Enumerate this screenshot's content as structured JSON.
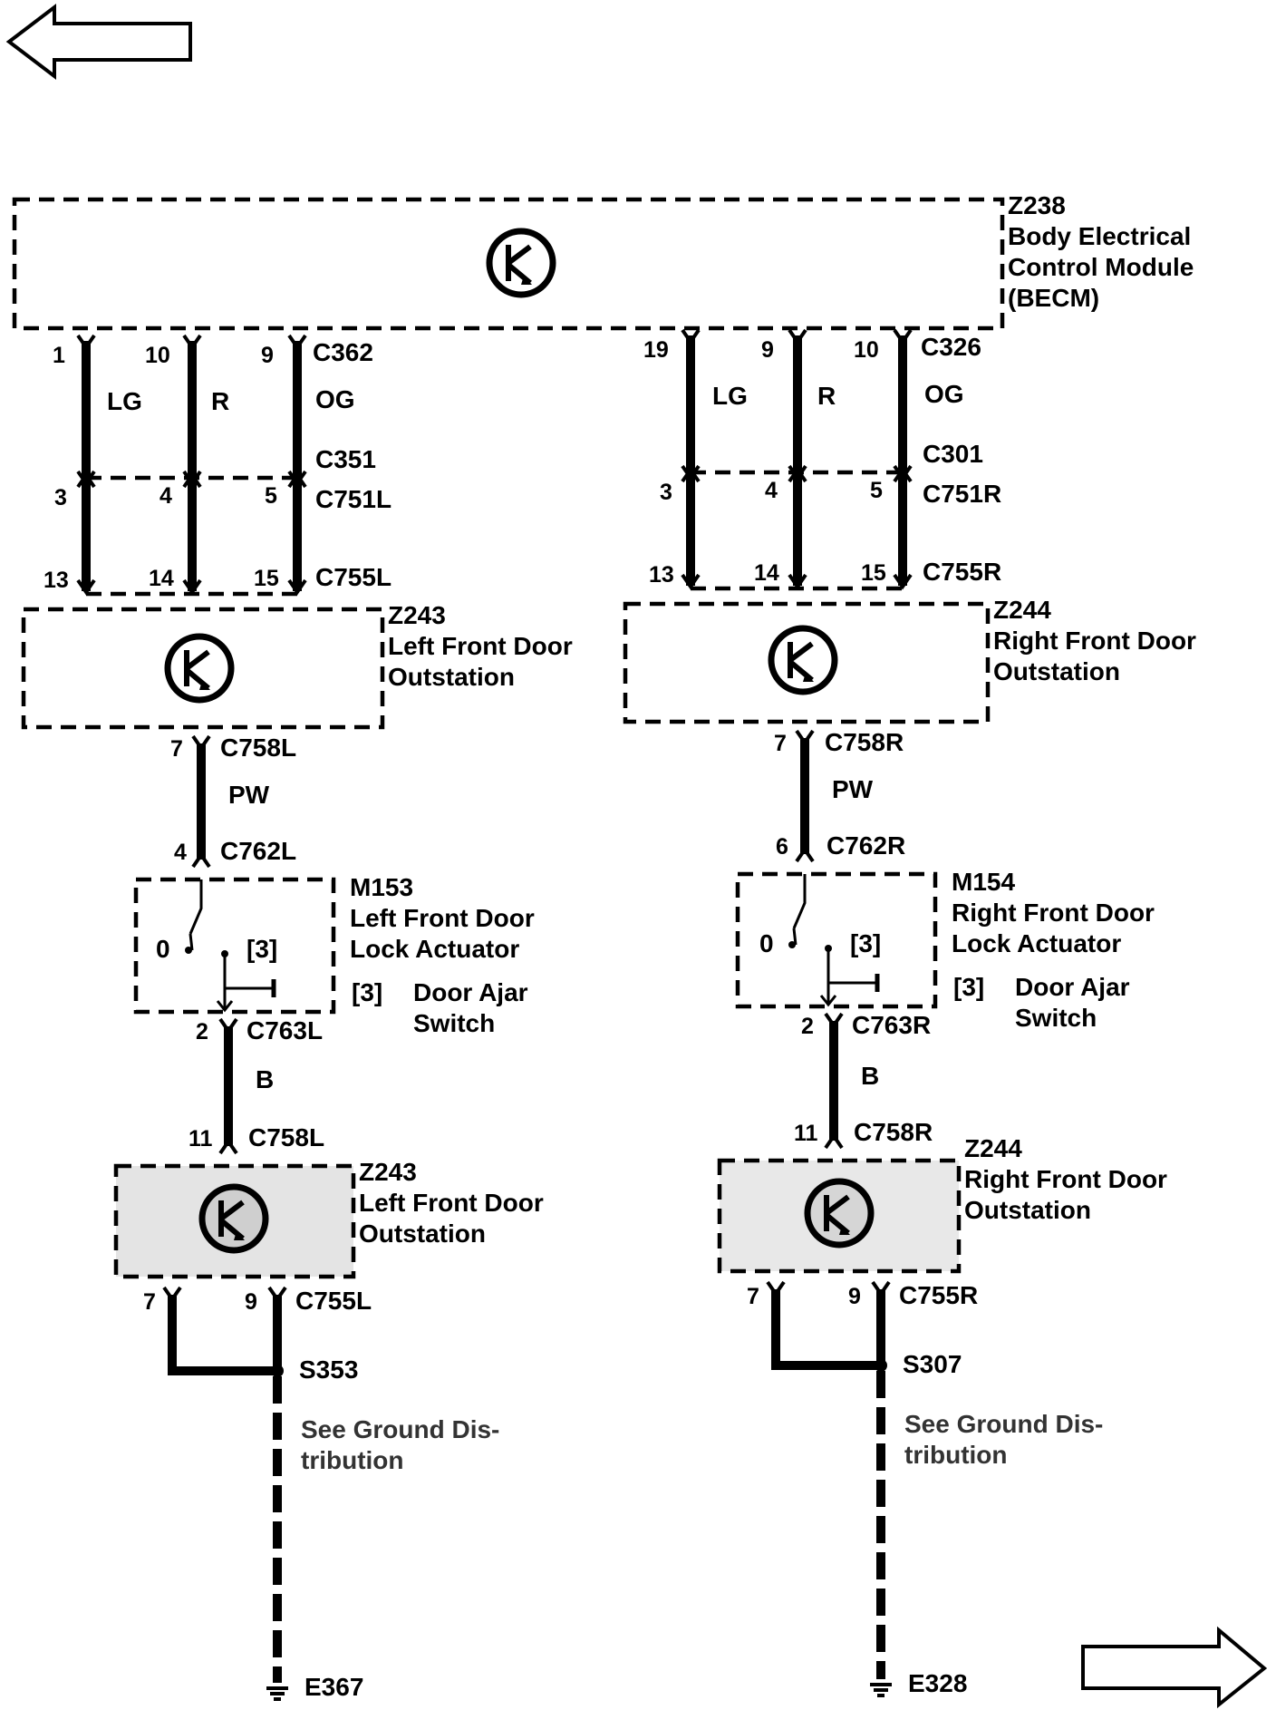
{
  "navigation": {
    "back_arrow": "left-arrow-icon",
    "forward_arrow": "right-arrow-icon"
  },
  "becm": {
    "id": "Z238",
    "name1": "Body Electrical",
    "name2": "Control Module",
    "name3": "(BECM)"
  },
  "left": {
    "conn_top": "C362",
    "pins_top": [
      "1",
      "10",
      "9"
    ],
    "wire_colors": [
      "LG",
      "R",
      "OG"
    ],
    "conn_mid": "C351",
    "conn_mid2": "C751L",
    "pins_mid": [
      "3",
      "4",
      "5"
    ],
    "conn_low": "C755L",
    "pins_low": [
      "13",
      "14",
      "15"
    ],
    "outstation": {
      "id": "Z243",
      "line1": "Left Front Door",
      "line2": "Outstation"
    },
    "pw_top_pin": "7",
    "pw_top_conn": "C758L",
    "pw_color": "PW",
    "pw_bot_pin": "4",
    "pw_bot_conn": "C762L",
    "actuator": {
      "id": "M153",
      "line1": "Left Front Door",
      "line2": "Lock Actuator",
      "state": "0",
      "ref": "[3]",
      "note_ref": "[3]",
      "note1": "Door Ajar",
      "note2": "Switch"
    },
    "b_top_pin": "2",
    "b_top_conn": "C763L",
    "b_color": "B",
    "b_bot_pin": "11",
    "b_bot_conn": "C758L",
    "outstation2": {
      "id": "Z243",
      "line1": "Left Front Door",
      "line2": "Outstation"
    },
    "gnd_pin_a": "7",
    "gnd_pin_b": "9",
    "gnd_conn": "C755L",
    "splice": "S353",
    "see1": "See Ground Dis-",
    "see2": "tribution",
    "ground": "E367"
  },
  "right": {
    "conn_top": "C326",
    "pins_top": [
      "19",
      "9",
      "10"
    ],
    "wire_colors": [
      "LG",
      "R",
      "OG"
    ],
    "conn_mid": "C301",
    "conn_mid2": "C751R",
    "pins_mid": [
      "3",
      "4",
      "5"
    ],
    "conn_low": "C755R",
    "pins_low": [
      "13",
      "14",
      "15"
    ],
    "outstation": {
      "id": "Z244",
      "line1": "Right Front Door",
      "line2": "Outstation"
    },
    "pw_top_pin": "7",
    "pw_top_conn": "C758R",
    "pw_color": "PW",
    "pw_bot_pin": "6",
    "pw_bot_conn": "C762R",
    "actuator": {
      "id": "M154",
      "line1": "Right Front Door",
      "line2": "Lock Actuator",
      "state": "0",
      "ref": "[3]",
      "note_ref": "[3]",
      "note1": "Door Ajar",
      "note2": "Switch"
    },
    "b_top_pin": "2",
    "b_top_conn": "C763R",
    "b_color": "B",
    "b_bot_pin": "11",
    "b_bot_conn": "C758R",
    "outstation2": {
      "id": "Z244",
      "line1": "Right Front Door",
      "line2": "Outstation"
    },
    "gnd_pin_a": "7",
    "gnd_pin_b": "9",
    "gnd_conn": "C755R",
    "splice": "S307",
    "see1": "See Ground Dis-",
    "see2": "tribution",
    "ground": "E328"
  }
}
